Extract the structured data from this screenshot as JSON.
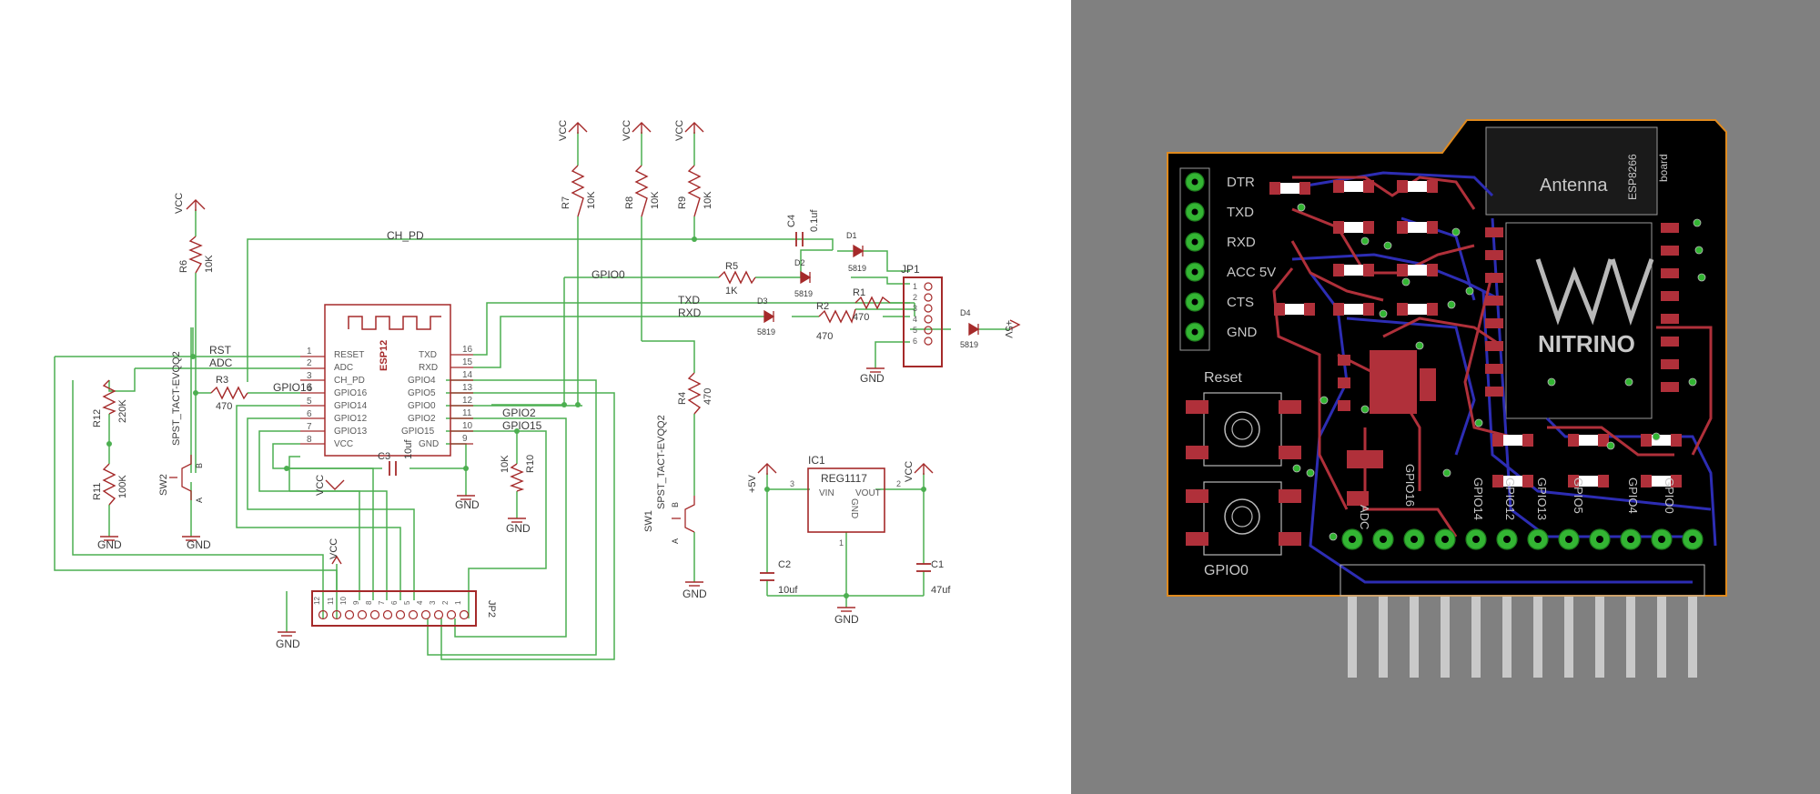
{
  "schematic": {
    "power": {
      "vcc": "VCC",
      "gnd": "GND",
      "plus5v": "+5V"
    },
    "nets": {
      "ch_pd": "CH_PD",
      "gpio0": "GPIO0",
      "txd": "TXD",
      "rxd": "RXD",
      "rst": "RST",
      "adc": "ADC",
      "gpio16": "GPIO16",
      "gpio2": "GPIO2",
      "gpio15": "GPIO15"
    },
    "esp12": {
      "name": "ESP12",
      "left_pins": [
        {
          "num": "1",
          "name": "RESET"
        },
        {
          "num": "2",
          "name": "ADC"
        },
        {
          "num": "3",
          "name": "CH_PD"
        },
        {
          "num": "4",
          "name": "GPIO16"
        },
        {
          "num": "5",
          "name": "GPIO14"
        },
        {
          "num": "6",
          "name": "GPIO12"
        },
        {
          "num": "7",
          "name": "GPIO13"
        },
        {
          "num": "8",
          "name": "VCC"
        }
      ],
      "right_pins": [
        {
          "num": "16",
          "name": "TXD"
        },
        {
          "num": "15",
          "name": "RXD"
        },
        {
          "num": "14",
          "name": "GPIO4"
        },
        {
          "num": "13",
          "name": "GPIO5"
        },
        {
          "num": "12",
          "name": "GPIO0"
        },
        {
          "num": "11",
          "name": "GPIO2"
        },
        {
          "num": "10",
          "name": "GPIO15"
        },
        {
          "num": "9",
          "name": "GND"
        }
      ]
    },
    "resistors": {
      "r1": {
        "name": "R1",
        "value": "470"
      },
      "r2": {
        "name": "R2",
        "value": "470"
      },
      "r3": {
        "name": "R3",
        "value": "470"
      },
      "r4": {
        "name": "R4",
        "value": "470"
      },
      "r5": {
        "name": "R5",
        "value": "1K"
      },
      "r6": {
        "name": "R6",
        "value": "10K"
      },
      "r7": {
        "name": "R7",
        "value": "10K"
      },
      "r8": {
        "name": "R8",
        "value": "10K"
      },
      "r9": {
        "name": "R9",
        "value": "10K"
      },
      "r10": {
        "name": "R10",
        "value": "10K"
      },
      "r11": {
        "name": "R11",
        "value": "100K"
      },
      "r12": {
        "name": "R12",
        "value": "220K"
      }
    },
    "capacitors": {
      "c1": {
        "name": "C1",
        "value": "47uf"
      },
      "c2": {
        "name": "C2",
        "value": "10uf"
      },
      "c3": {
        "name": "C3",
        "value": "10uf"
      },
      "c4": {
        "name": "C4",
        "value": "0.1uf"
      }
    },
    "diodes": {
      "d1": "D1",
      "d2": "D2",
      "d3": "D3",
      "d4": "D4",
      "part": "5819"
    },
    "switches": {
      "sw1": "SW1",
      "sw2": "SW2",
      "part": "SPST_TACT-EVQQ2",
      "pin_a": "A",
      "pin_b": "B"
    },
    "regulator": {
      "name": "IC1",
      "part": "REG1117",
      "vin": "VIN",
      "vout": "VOUT",
      "gnd": "GND",
      "pin1": "1",
      "pin2": "2",
      "pin3": "3"
    },
    "jp1": {
      "name": "JP1",
      "pins": [
        "1",
        "2",
        "3",
        "4",
        "5",
        "6"
      ]
    },
    "jp2": {
      "name": "JP2",
      "pins": [
        "12",
        "11",
        "10",
        "9",
        "8",
        "7",
        "6",
        "5",
        "4",
        "3",
        "2",
        "1"
      ]
    }
  },
  "pcb": {
    "antenna_label": "Antenna",
    "board_label_1": "ESP8266",
    "board_label_2": "board",
    "logo_text": "NITRINO",
    "left_header": [
      "DTR",
      "TXD",
      "RXD",
      "ACC 5V",
      "CTS",
      "GND"
    ],
    "reset_label": "Reset",
    "gpio0_label": "GPIO0",
    "bottom_labels": [
      "ADC",
      "GPIO16",
      "GPIO14",
      "GPIO12",
      "GPIO13",
      "GPIO5",
      "GPIO4",
      "GPIO0"
    ]
  },
  "colors": {
    "wire": "#4caf50",
    "part": "#a52a2a",
    "pcb_bg": "#000000",
    "pcb_outline": "#e08a1e",
    "panel_bg": "#808080",
    "top_copper": "#b0303a",
    "bottom_copper": "#2d2db4",
    "pad_green": "#33b533"
  }
}
